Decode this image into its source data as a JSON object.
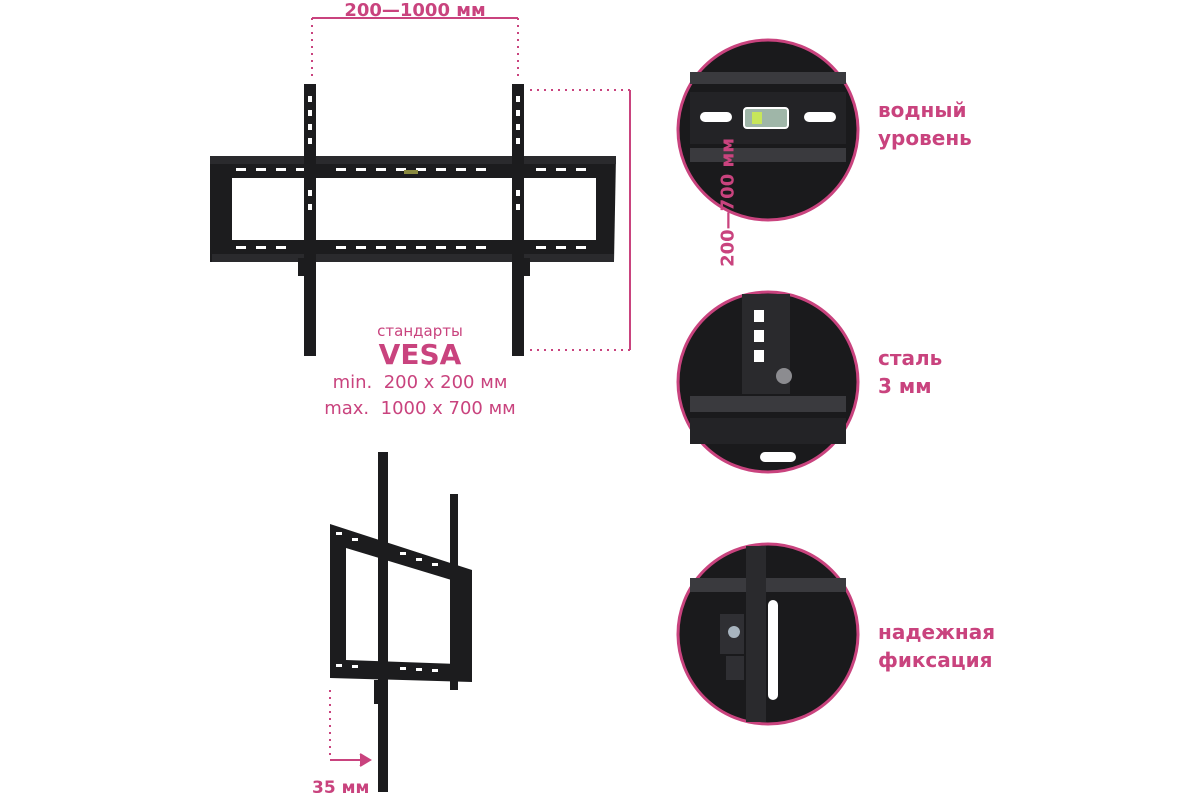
{
  "dimensions": {
    "horizontal": "200—1000 мм",
    "vertical": "200—700 мм",
    "depth": "35 мм"
  },
  "vesa": {
    "caption": "стандарты",
    "title": "VESA",
    "min_label": "min.",
    "min_value": "200 x 200 мм",
    "max_label": "max.",
    "max_value": "1000 x 700 мм"
  },
  "features": [
    {
      "icon": "water-level-icon",
      "line1": "водный",
      "line2": "уровень"
    },
    {
      "icon": "steel-bolt-icon",
      "line1": "сталь",
      "line2": "3 мм"
    },
    {
      "icon": "lock-bracket-icon",
      "line1": "надежная",
      "line2": "фиксация"
    }
  ],
  "colors": {
    "accent": "#c9437e",
    "metal": "#1c1c1e"
  }
}
